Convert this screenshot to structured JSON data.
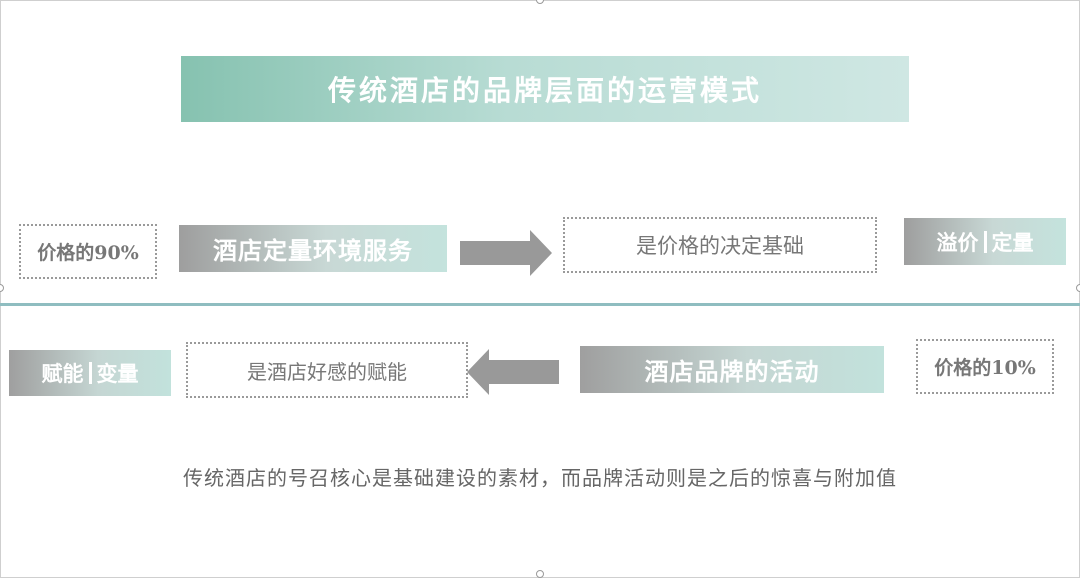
{
  "title": "传统酒店的品牌层面的运营模式",
  "top_row": {
    "price_label": "价格的90%",
    "service_box": "酒店定量环境服务",
    "basis_box": "是价格的决定基础",
    "tag_left": "溢价",
    "tag_right": "定量"
  },
  "bottom_row": {
    "tag_left": "赋能",
    "tag_right": "变量",
    "goodwill_box": "是酒店好感的赋能",
    "brand_box": "酒店品牌的活动",
    "price_label": "价格的10%"
  },
  "footer_text": "传统酒店的号召核心是基础建设的素材，而品牌活动则是之后的惊喜与附加值",
  "colors": {
    "teal_accent": "#86c2b0",
    "divider": "#8fbdc0",
    "arrow_gray": "#999999",
    "text_gray": "#777777"
  }
}
